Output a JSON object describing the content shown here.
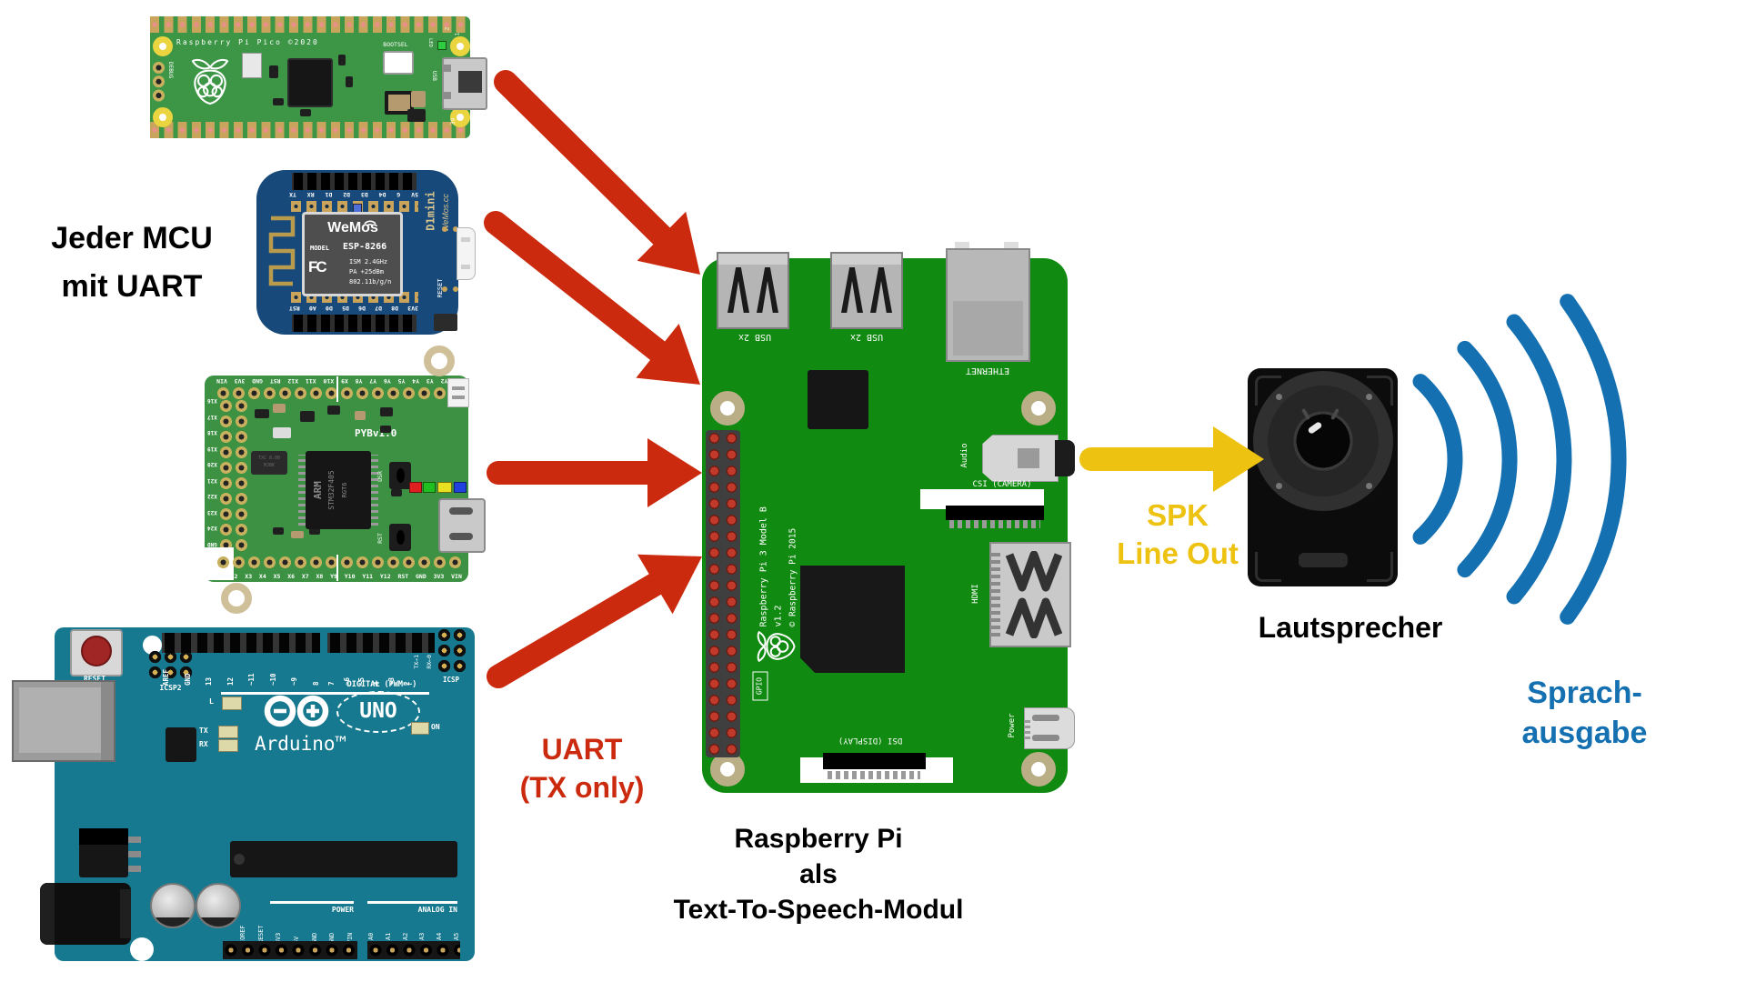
{
  "colors": {
    "red": "#cb2a0e",
    "yellow": "#eec210",
    "blue": "#1470b0",
    "pico-green": "#3c9646",
    "wemos-blue": "#17497a",
    "pyboard-green": "#3c9143",
    "arduino-teal": "#16798f",
    "rpi-green": "#118a11"
  },
  "captions": {
    "mcu1": "Jeder MCU",
    "mcu2": "mit UART",
    "uart1": "UART",
    "uart2": "(TX only)",
    "spk1": "SPK",
    "spk2": "Line Out",
    "speaker": "Lautsprecher",
    "speech1": "Sprach-",
    "speech2": "ausgabe",
    "tts1": "Raspberry Pi",
    "tts2": "als",
    "tts3": "Text-To-Speech-Modul"
  },
  "pico": {
    "title": "Raspberry Pi Pico ©2020",
    "bootsel": "BOOTSEL",
    "debug": "DEBUG",
    "led": "LED",
    "usb": "USB",
    "pin2": "2",
    "pin1": "1",
    "pin39": "39"
  },
  "wemos": {
    "brand": "WeMos",
    "fcc": "FC",
    "model": "MODEL",
    "chip": "ESP-8266",
    "spec1": "ISM 2.4GHz",
    "spec2": "PA +25dBm",
    "spec3": "802.11b/g/n",
    "name": "D1mini",
    "site": "WeMos.cc",
    "reset": "RESET",
    "pins_top": [
      "5V",
      "G",
      "D4",
      "D3",
      "D2",
      "D1",
      "RX",
      "TX"
    ],
    "pins_bottom": [
      "3V3",
      "D8",
      "D7",
      "D6",
      "D5",
      "D0",
      "A0",
      "RST"
    ]
  },
  "pyboard": {
    "name": "PYBv1.0",
    "chip1": "ARM",
    "chip2": "STM32F405",
    "chip3": "RGT6",
    "usr": "USR",
    "rst": "RST",
    "crystal1": "TXC 8.00",
    "crystal2": "MJBK",
    "pins_top": [
      "Y1",
      "Y2",
      "Y3",
      "Y4",
      "Y5",
      "Y6",
      "Y7",
      "Y8",
      "X9",
      "X10",
      "X11",
      "X12",
      "RST",
      "GND",
      "3V3",
      "VIN"
    ],
    "pins_bottom": [
      "X1",
      "X2",
      "X3",
      "X4",
      "X5",
      "X6",
      "X7",
      "X8",
      "Y9",
      "Y10",
      "Y11",
      "Y12",
      "RST",
      "GND",
      "3V3",
      "VIN"
    ],
    "pins_left": [
      "X16",
      "X17",
      "X18",
      "X19",
      "X20",
      "X21",
      "X22",
      "X23",
      "X24",
      "GND",
      "VIN"
    ]
  },
  "arduino": {
    "reset": "RESET",
    "icsp2": "ICSP2",
    "icsp": "ICSP",
    "digital": "DIGITAL (PWM=~)",
    "pins_dig_left": [
      "AREF",
      "GND",
      "13",
      "12",
      "~11",
      "~10",
      "~9",
      "8"
    ],
    "pins_dig_right": [
      "7",
      "~6",
      "~5",
      "4",
      "~3",
      "2"
    ],
    "pin_tx": "TX→1",
    "pin_rx": "RX←0",
    "led_l": "L",
    "led_tx": "TX",
    "led_rx": "RX",
    "led_on": "ON",
    "brand": "Arduino™",
    "model": "UNO",
    "power": "POWER",
    "pins_power": [
      "IOREF",
      "RESET",
      "3V3",
      "5V",
      "GND",
      "GND",
      "VIN"
    ],
    "analog": "ANALOG IN",
    "pins_analog": [
      "A0",
      "A1",
      "A2",
      "A3",
      "A4",
      "A5"
    ]
  },
  "rpi": {
    "usb1": "USB 2x",
    "usb2": "USB 2x",
    "ethernet": "ETHERNET",
    "gpio": "GPIO",
    "board1": "Raspberry Pi 3 Model B v1.2",
    "board2": "© Raspberry Pi 2015",
    "audio": "Audio",
    "csi": "CSI (CAMERA)",
    "hdmi": "HDMI",
    "power": "Power",
    "dsi": "DSI (DISPLAY)"
  }
}
